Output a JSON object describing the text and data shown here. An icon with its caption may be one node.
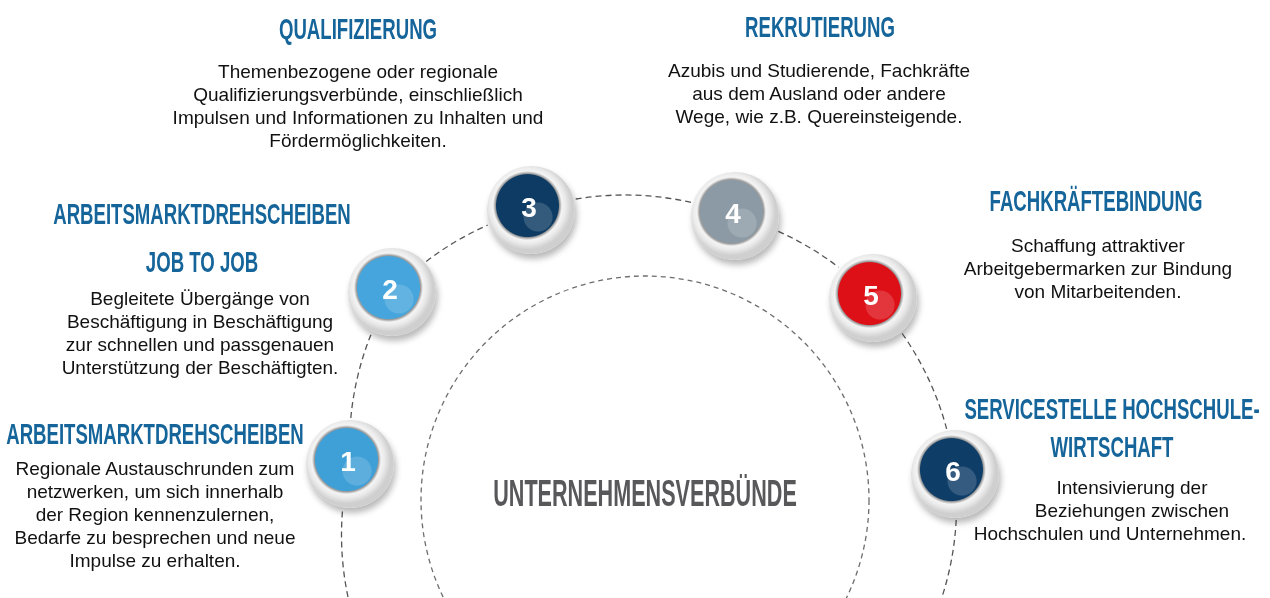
{
  "diagram": {
    "nodes": [
      {
        "text": [
          "1"
        ],
        "beside": [
          "ARBEITSMARKTDREHSCHEIBEN",
          "Regionale Austauschrunden zum netzwerken, um sich innerhalb der Region kennenzulernen, Bedarfe zu besprechen und neue Impulse zu erhalten."
        ]
      },
      {
        "text": [
          "2"
        ],
        "beside": [
          "ARBEITSMARKTDREHSCHEIBEN",
          "JOB TO JOB",
          "Begleitete Übergänge von Beschäftigung in Beschäftigung zur schnellen und passgenauen Unterstützung der Beschäftigten."
        ]
      },
      {
        "text": [
          "3"
        ],
        "beside": [
          "QUALIFIZIERUNG",
          "Themenbezogene oder regionale Qualifizierungsverbünde, einschließlich Impulsen und Informationen zu Inhalten und Fördermöglichkeiten."
        ]
      },
      {
        "text": [
          "4"
        ],
        "beside": [
          "REKRUTIERUNG",
          "Azubis und Studierende, Fachkräfte aus dem Ausland oder andere Wege, wie z.B. Quereinsteigende."
        ]
      },
      {
        "text": [
          "5"
        ],
        "beside": [
          "FACHKRÄFTEBINDUNG",
          "Schaffung attraktiver Arbeitgebermarken zur Bindung von Mitarbeitenden."
        ]
      },
      {
        "text": [
          "6"
        ],
        "beside": [
          "SERVICESTELLE HOCHSCHULE-WIRTSCHAFT",
          "Intensivierung der Beziehungen zwischen Hochschulen und Unternehmen."
        ]
      },
      {
        "text": [
          "UNTERNEHMENSVERBÜNDE"
        ]
      }
    ],
    "edges": [
      {
        "from": 0,
        "to": 1,
        "arrow": "none",
        "style": "dashed"
      },
      {
        "from": 1,
        "to": 2,
        "arrow": "none",
        "style": "dashed"
      },
      {
        "from": 2,
        "to": 3,
        "arrow": "none",
        "style": "dashed"
      },
      {
        "from": 3,
        "to": 4,
        "arrow": "none",
        "style": "dashed"
      },
      {
        "from": 4,
        "to": 5,
        "arrow": "none",
        "style": "dashed"
      },
      {
        "from": null,
        "to": 0,
        "arrow": "none",
        "style": "dashed"
      },
      {
        "from": 5,
        "to": null,
        "arrow": "none",
        "style": "dashed"
      }
    ]
  }
}
